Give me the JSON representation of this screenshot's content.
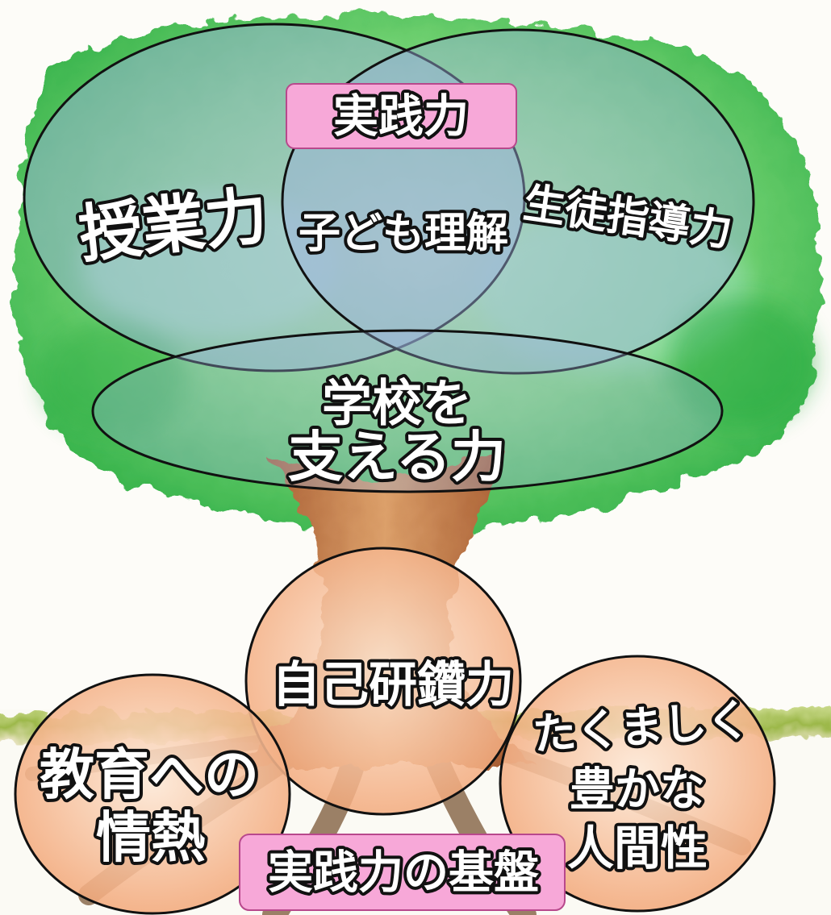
{
  "diagram": {
    "crown": {
      "practical_power": "実践力",
      "teaching": "授業力",
      "child_understanding": "子ども理解",
      "student_guidance": "生徒指導力",
      "school_support_line1": "学校を",
      "school_support_line2": "支える力"
    },
    "roots": {
      "self_improvement": "自己研鑽力",
      "passion_line1": "教育への",
      "passion_line2": "情熱",
      "humanity_line1": "たくましく",
      "humanity_line2": "豊かな",
      "humanity_line3": "人間性",
      "foundation": "実践力の基盤"
    }
  },
  "colors": {
    "crown_light": "#c3efb0",
    "crown_mid": "#7fd87a",
    "crown_dark": "#35b24a",
    "ellipse_fill": "#9bb2de",
    "circle_center": "#fde8d6",
    "circle_edge": "#f2a474",
    "label_pink": "#f7a8d8",
    "trunk_light": "#dca06a",
    "trunk_dark": "#9a4c24",
    "ground": "#9cb84a",
    "root": "#8a6a4c"
  }
}
